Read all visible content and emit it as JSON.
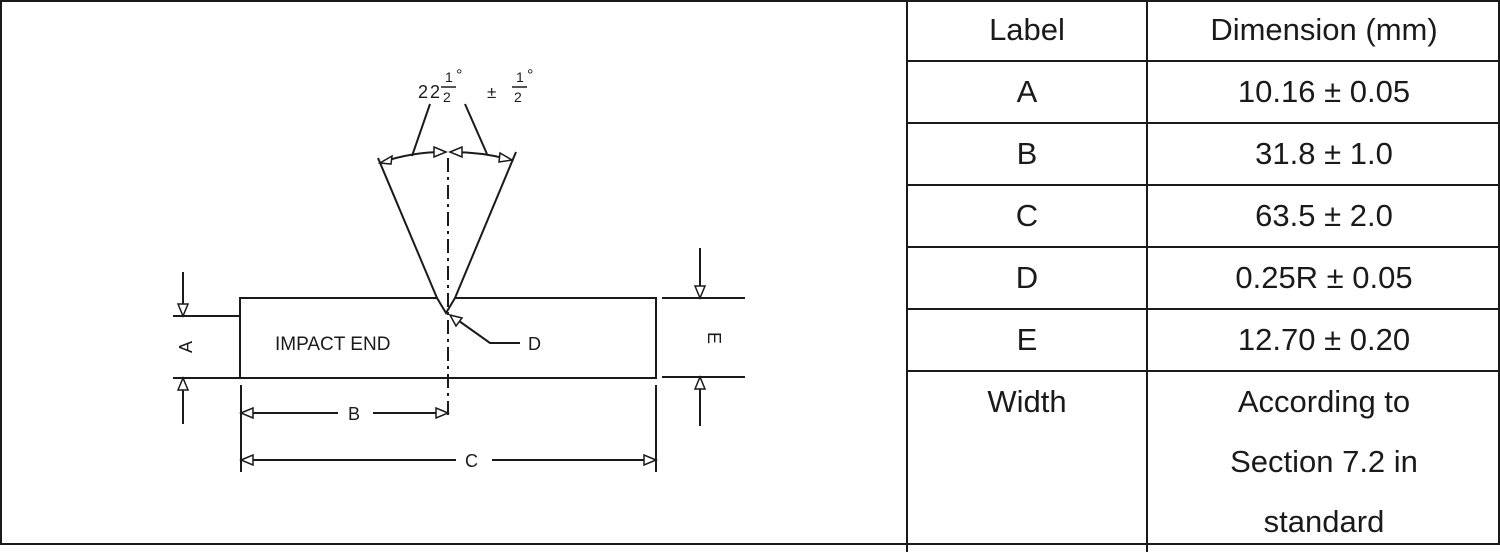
{
  "diagram": {
    "angle_main": "22",
    "angle_frac_num": "1",
    "angle_frac_den": "2",
    "angle_tol_sign": "±",
    "angle_tol_num": "1",
    "angle_tol_den": "2",
    "degree_symbol": "°",
    "impact_end": "IMPACT END",
    "label_a": "A",
    "label_b": "B",
    "label_c": "C",
    "label_d": "D",
    "label_e": "E"
  },
  "table": {
    "headers": [
      "Label",
      "Dimension (mm)"
    ],
    "rows": [
      {
        "label": "A",
        "value": "10.16 ± 0.05"
      },
      {
        "label": "B",
        "value": "31.8 ± 1.0"
      },
      {
        "label": "C",
        "value": "63.5 ± 2.0"
      },
      {
        "label": "D",
        "value": "0.25R ± 0.05"
      },
      {
        "label": "E",
        "value": "12.70 ± 0.20"
      },
      {
        "label": "Width",
        "value_lines": [
          "According to",
          "Section 7.2 in",
          "standard"
        ]
      }
    ]
  }
}
